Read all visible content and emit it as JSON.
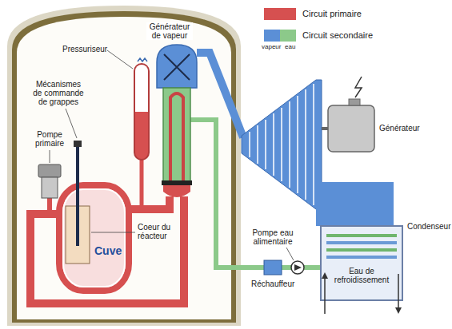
{
  "diagram": {
    "nodes": [
      {
        "text": [
          "Cuve"
        ]
      },
      {
        "text": [
          "Condenseur",
          "Eau de refroidissement"
        ]
      }
    ],
    "labels": [
      "Générateur de vapeur",
      "Pressuriseur",
      "Mécanismes de commande de grappes",
      "Pompe primaire",
      "Coeur du réacteur",
      "Générateur",
      "Pompe eau alimentaire",
      "Réchauffeur",
      "vapeur",
      "eau"
    ],
    "legend": [
      {
        "text": "Circuit primaire",
        "color": "#d65050"
      },
      {
        "text": "Circuit secondaire"
      }
    ]
  }
}
